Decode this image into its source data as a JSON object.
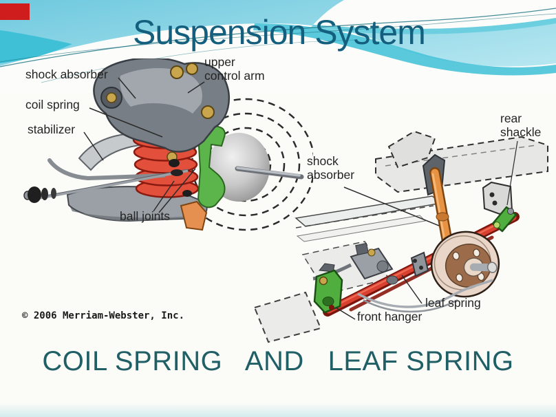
{
  "slide": {
    "title": "Suspension System",
    "caption": "COIL SPRING   AND   LEAF SPRING",
    "copyright": "© 2006 Merriam-Webster, Inc."
  },
  "coil_diagram": {
    "name": "Coil spring front suspension diagram",
    "labels": {
      "shock_absorber": "shock absorber",
      "coil_spring": "coil spring",
      "stabilizer": "stabilizer",
      "upper_control_arm_line1": "upper",
      "upper_control_arm_line2": "control arm",
      "ball_joints": "ball joints"
    }
  },
  "leaf_diagram": {
    "name": "Leaf spring rear suspension diagram",
    "labels": {
      "rear_shackle_line1": "rear",
      "rear_shackle_line2": "shackle",
      "shock_absorber_line1": "shock",
      "shock_absorber_line2": "absorber",
      "leaf_spring": "leaf spring",
      "front_hanger": "front hanger"
    }
  },
  "colors": {
    "title_text": "#135f7d",
    "caption_text": "#205f66",
    "label_text": "#242424",
    "corner_mark_red": "#cf1d1d",
    "sky_blue": "#79cde1",
    "accent_cyan": "#49c3d8",
    "wave_line_teal": "#16707f",
    "coil_spring_red": "#e2503c",
    "leaf_spring_red": "#d8402f",
    "knuckle_green": "#5cb54a",
    "hanger_green": "#4fae3e",
    "shock_orange": "#e89243",
    "metal_gray": "#9aa0a6",
    "drum_brown": "#9c6b4a",
    "drum_rim": "#e9d6c8",
    "brass_yellow": "#c9a64e"
  }
}
